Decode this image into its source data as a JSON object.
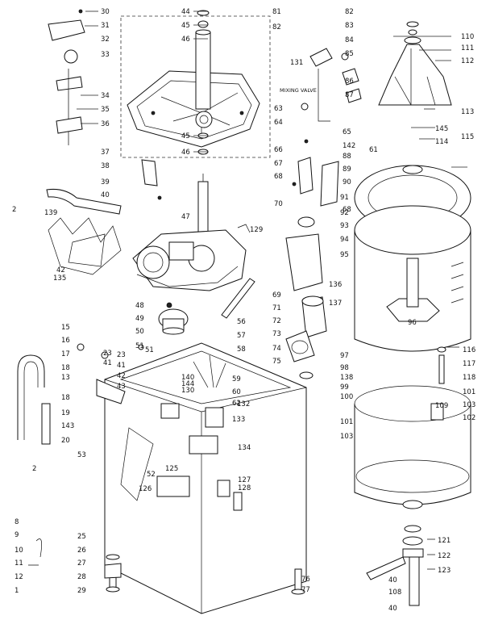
{
  "labels": {
    "top_left_col": [
      "30",
      "31",
      "32",
      "33",
      "34",
      "35",
      "36"
    ],
    "left_col": [
      "37",
      "38",
      "39",
      "40",
      "42",
      "135",
      "139"
    ],
    "center_top": [
      "44",
      "45",
      "46",
      "45",
      "46",
      "47",
      "48",
      "49",
      "50",
      "51"
    ],
    "center_right": [
      "81",
      "82",
      "64",
      "66",
      "67",
      "68",
      "70",
      "129",
      "69",
      "71",
      "72",
      "73",
      "74",
      "75",
      "136",
      "137",
      "131",
      "63"
    ],
    "motor_area": [
      "56",
      "57",
      "58",
      "59",
      "60",
      "62",
      "132",
      "133",
      "134",
      "130",
      "140",
      "144",
      "127",
      "128",
      "125",
      "126"
    ],
    "right_top": [
      "82",
      "83",
      "84",
      "85",
      "86",
      "87",
      "88",
      "89",
      "90",
      "91",
      "92",
      "93",
      "94",
      "95",
      "96",
      "142",
      "61",
      "65",
      "68"
    ],
    "far_right": [
      "110",
      "111",
      "112",
      "113",
      "145",
      "114",
      "115",
      "116",
      "117",
      "118",
      "101",
      "103",
      "109",
      "97",
      "98",
      "138",
      "99",
      "100",
      "101",
      "103",
      "102",
      "121",
      "122",
      "123",
      "40",
      "108",
      "40"
    ],
    "lower_left": [
      "15",
      "16",
      "17",
      "18",
      "13",
      "18",
      "19",
      "143",
      "20",
      "23",
      "41",
      "42",
      "43",
      "53",
      "52",
      "25",
      "26",
      "27",
      "28",
      "29",
      "2",
      "2",
      "8",
      "9",
      "10",
      "11",
      "12",
      "1",
      "76",
      "77"
    ],
    "misc": [
      "41",
      "23",
      "51"
    ]
  },
  "annotation": "MIXING VALVE"
}
